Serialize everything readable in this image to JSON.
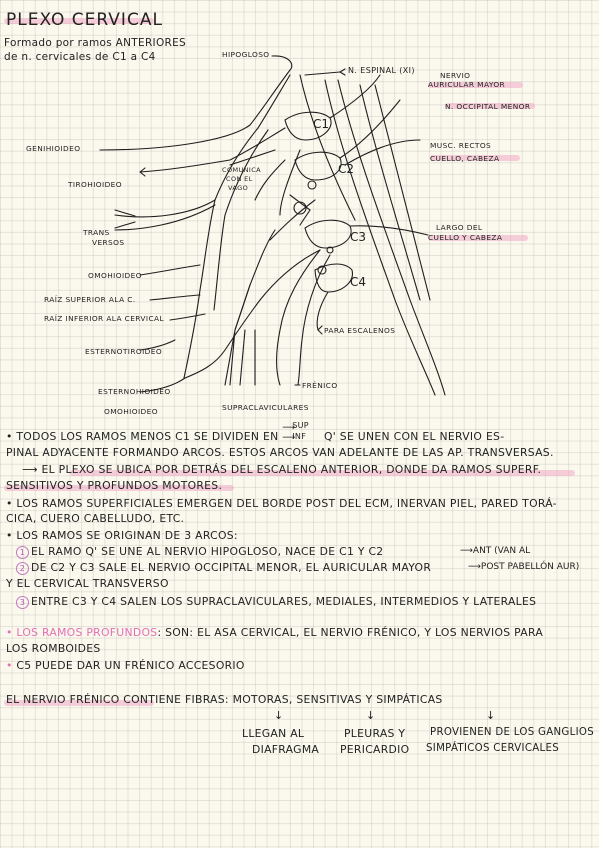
{
  "header": {
    "title": "PLEXO CERVICAL",
    "subtitle_1": "Formado por ramos ANTERIORES",
    "subtitle_2": "de n. cervicales de C1 a C4"
  },
  "diagram": {
    "vertebrae": [
      "C1",
      "C2",
      "C3",
      "C4"
    ],
    "labels": {
      "hipogloso": "HIPOGLOSO",
      "n_espinal": "N. ESPINAL (XI)",
      "nervio_auricular_1": "NERVIO",
      "nervio_auricular_2": "AURICULAR MAYOR",
      "n_occipital": "N. OCCIPITAL MENOR",
      "musc_rectos_1": "MUSC. RECTOS",
      "musc_rectos_2": "CUELLO, CABEZA",
      "genihioideo": "GENIHIOIDEO",
      "comunica_1": "COMUNICA",
      "comunica_2": "CON EL",
      "comunica_3": "VAGO",
      "tirohioideo": "TIROHIOIDEO",
      "largo_1": "LARGO DEL",
      "largo_2": "CUELLO Y CABEZA",
      "transversos_1": "TRANS",
      "transversos_2": "VERSOS",
      "omohioideo_1": "OMOHIOIDEO",
      "raiz_superior": "RAÍZ SUPERIOR ALA C.",
      "raiz_inferior": "RAÍZ INFERIOR ALA CERVICAL",
      "para_escalenos": "PARA ESCALENOS",
      "esternotiroideo": "ESTERNOTIROIDEO",
      "esternohioideo": "ESTERNOHIOIDEO",
      "frenico": "FRÉNICO",
      "omohioideo_2": "OMOHIOIDEO",
      "supraclaviculares": "SUPRACLAVICULARES"
    }
  },
  "notes": {
    "p1_a": "TODOS LOS RAMOS MENOS C1 SE DIVIDEN EN",
    "p1_sup": "SUP",
    "p1_inf": "INF",
    "p1_b": "Q' SE UNEN CON EL NERVIO ES-",
    "p1_c": "PINAL ADYACENTE FORMANDO ARCOS. ESTOS ARCOS VAN ADELANTE DE LAS AP. TRANSVERSAS.",
    "p1_d": "EL PLEXO SE UBICA POR DETRÁS DEL ESCALENO ANTERIOR, DONDE DA RAMOS SUPERF.",
    "p1_e": "SENSITIVOS Y PROFUNDOS MOTORES.",
    "p2_a": "LOS RAMOS SUPERFICIALES EMERGEN DEL BORDE POST DEL ECM, INERVAN PIEL, PARED TORÁ-",
    "p2_b": "CICA, CUERO CABELLUDO, ETC.",
    "p3_a": "LOS RAMOS SE ORIGINAN DE 3 ARCOS:",
    "arc1_num": "1",
    "arc1": "EL RAMO Q' SE UNE AL NERVIO HIPOGLOSO, NACE DE C1 Y C2",
    "arc2_num": "2",
    "arc2": "DE C2 Y C3 SALE EL NERVIO OCCIPITAL MENOR, EL AURICULAR MAYOR",
    "arc2_ant": "ANT",
    "arc2_post": "POST",
    "arc2_ant_note": "(VAN AL",
    "arc2_post_note": "PABELLÓN AUR)",
    "arc2_cont": "Y EL CERVICAL TRANSVERSO",
    "arc3_num": "3",
    "arc3": "ENTRE C3 Y C4 SALEN LOS SUPRACLAVICULARES, MEDIALES, INTERMEDIOS Y LATERALES",
    "p4_pink": "LOS RAMOS PROFUNDOS",
    "p4_a": ": SON: EL ASA CERVICAL, EL NERVIO FRÉNICO, Y LOS NERVIOS PARA",
    "p4_b": "LOS ROMBOIDES",
    "p5": "C5 PUEDE DAR UN FRÉNICO ACCESORIO",
    "p6_title": "EL NERVIO FRÉNICO",
    "p6_a": "CONTIENE FIBRAS:",
    "p6_motoras": "MOTORAS,",
    "p6_sensitivas": "SENSITIVAS",
    "p6_y": "Y",
    "p6_simpaticas": "SIMPÁTICAS",
    "p6_m1": "LLEGAN AL",
    "p6_m2": "DIAFRAGMA",
    "p6_s1": "PLEURAS Y",
    "p6_s2": "PERICARDIO",
    "p6_p1": "PROVIENEN DE LOS GANGLIOS",
    "p6_p2": "SIMPÁTICOS CERVICALES"
  },
  "colors": {
    "highlight": "#f0aac8",
    "pink_text": "#e36fb4",
    "ink": "#222222",
    "paper": "#fbf8ee"
  }
}
